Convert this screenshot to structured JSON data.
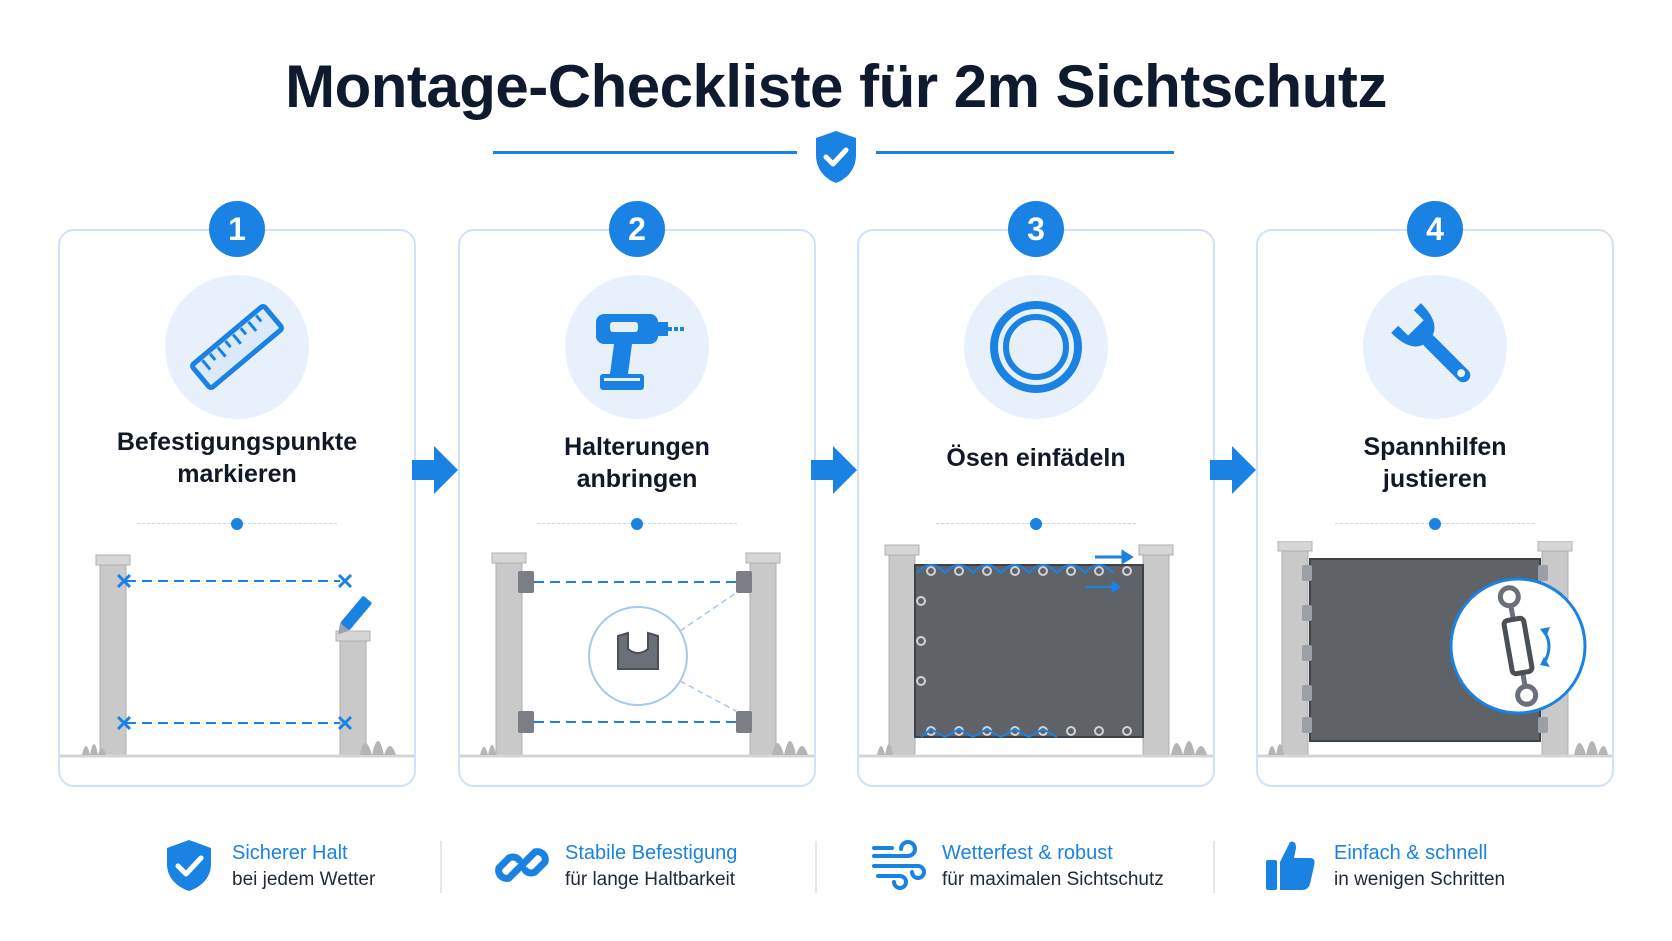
{
  "title": "Montage-Checkliste für 2m Sichtschutz",
  "steps": [
    {
      "number": "1",
      "label_line1": "Befestigungspunkte",
      "label_line2": "markieren",
      "icon": "ruler-icon"
    },
    {
      "number": "2",
      "label_line1": "Halterungen",
      "label_line2": "anbringen",
      "icon": "drill-icon"
    },
    {
      "number": "3",
      "label_line1": "Ösen einfädeln",
      "label_line2": "",
      "icon": "grommet-icon"
    },
    {
      "number": "4",
      "label_line1": "Spannhilfen",
      "label_line2": "justieren",
      "icon": "wrench-icon"
    }
  ],
  "features": [
    {
      "heading": "Sicherer Halt",
      "sub": "bei jedem Wetter",
      "icon": "shield-check-icon"
    },
    {
      "heading": "Stabile Befestigung",
      "sub": "für lange Haltbarkeit",
      "icon": "chain-link-icon"
    },
    {
      "heading": "Wetterfest & robust",
      "sub": "für maximalen Sichtschutz",
      "icon": "wind-icon"
    },
    {
      "heading": "Einfach & schnell",
      "sub": "in wenigen Schritten",
      "icon": "thumbs-up-icon"
    }
  ],
  "colors": {
    "accent": "#1a82e2",
    "title": "#0f1a2e",
    "card_border": "#cfe2f7",
    "icon_bg": "#e8f1fb",
    "screen": "#5f6266",
    "post": "#c9c9c9"
  }
}
